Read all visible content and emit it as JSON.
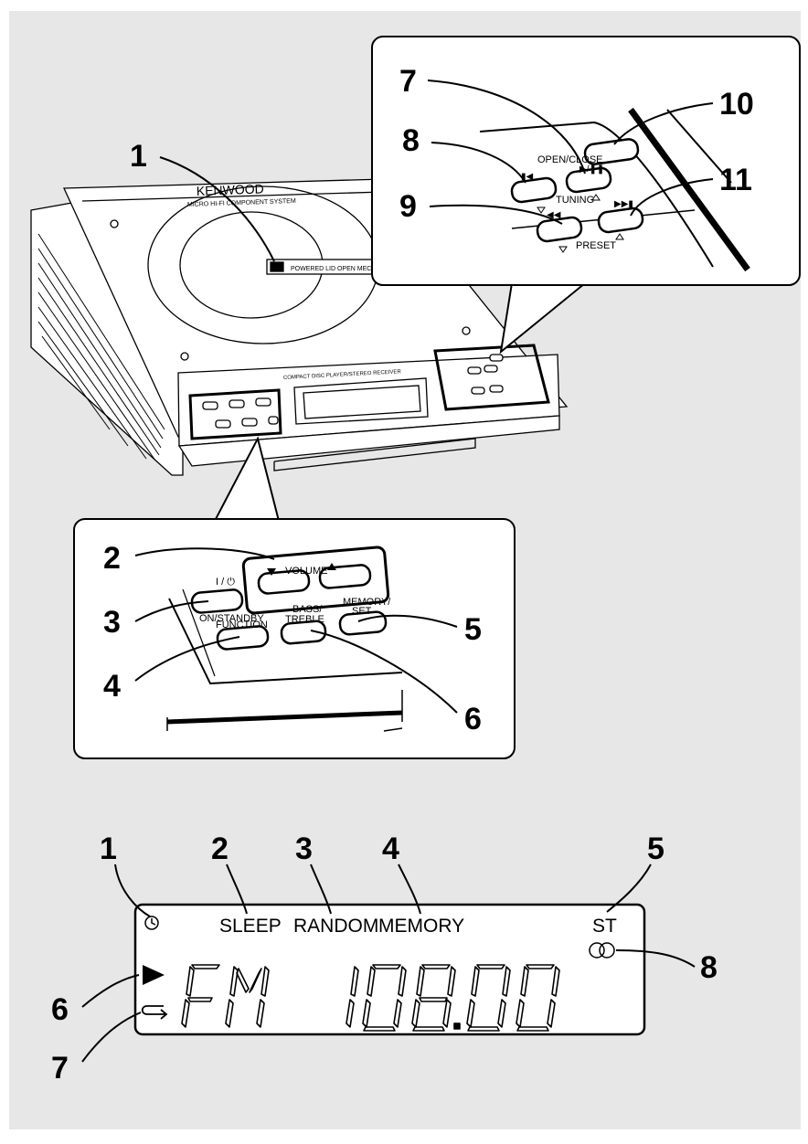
{
  "colors": {
    "page_bg": "#ffffff",
    "panel_bg": "#e7e7e7",
    "line": "#000000",
    "box_bg": "#ffffff"
  },
  "unit": {
    "brand": "KENWOOD",
    "subtitle": "MICRO HI-FI COMPONENT SYSTEM",
    "lid_text": "POWERED LID OPEN MECHANISM",
    "front_text": "COMPACT DISC PLAYER/STEREO RECEIVER",
    "callout": "1"
  },
  "right_detail": {
    "callouts": [
      "7",
      "8",
      "9",
      "10",
      "11"
    ],
    "labels": {
      "open_close": "OPEN/CLOSE",
      "tuning": "TUNING",
      "preset": "PRESET"
    }
  },
  "left_detail": {
    "callouts": [
      "2",
      "3",
      "4",
      "5",
      "6"
    ],
    "labels": {
      "power": "I / ⏻",
      "volume": "VOLUME",
      "on_standby": "ON/STANDBY",
      "function": "FUNCTION",
      "bass_treble_1": "BASS/",
      "bass_treble_2": "TREBLE",
      "memory_set_1": "MEMORY/",
      "memory_set_2": "SET"
    }
  },
  "display": {
    "callouts_top": [
      "1",
      "2",
      "3",
      "4",
      "5"
    ],
    "callouts_side": [
      "6",
      "7",
      "8"
    ],
    "sleep": "SLEEP",
    "random": "RANDOM",
    "memory": "MEMORY",
    "stereo": "ST",
    "band": "FM",
    "frequency": "108.00",
    "icons": [
      "clock-icon",
      "play-icon",
      "repeat-icon",
      "stereo-rings-icon"
    ]
  }
}
